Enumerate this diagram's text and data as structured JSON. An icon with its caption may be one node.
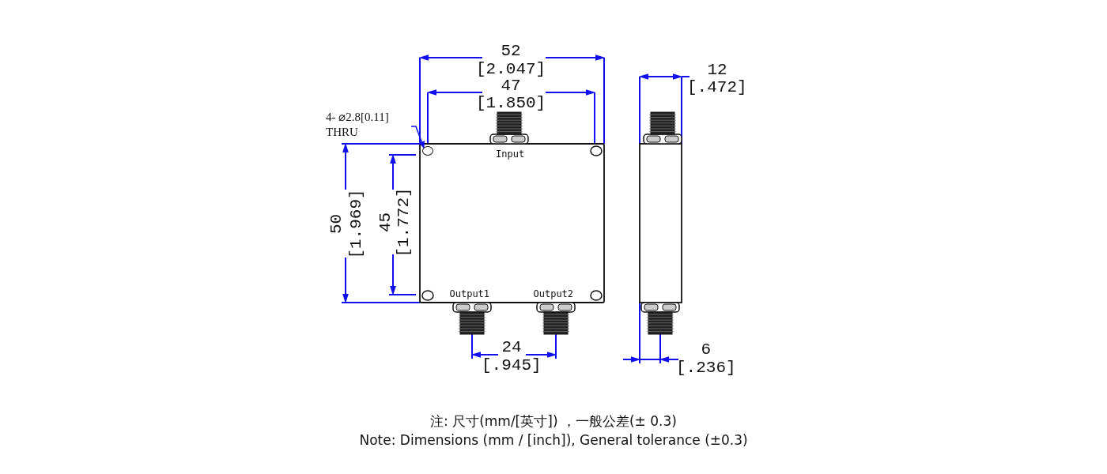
{
  "diagram": {
    "nodes": [
      {
        "text": [
          "4- ⌀2.8[0.11] THRU"
        ]
      },
      {
        "text": [],
        "shape": "circle"
      }
    ],
    "edges": [
      {
        "from": 0,
        "to": 1,
        "arrow": "to"
      }
    ],
    "labels": [
      "52",
      "[2.047]",
      "47",
      "[1.850]",
      "12",
      "[.472]",
      "Input",
      "50",
      "[1.969]",
      "45",
      "[1.772]",
      "Output1",
      "Output2",
      "24",
      "[.945]",
      "6",
      "[.236]",
      "注: 尺寸(mm/[英寸]) ，一般公差(± 0.3)",
      "Note: Dimensions (mm / [inch]), General tolerance (±0.3)"
    ]
  }
}
